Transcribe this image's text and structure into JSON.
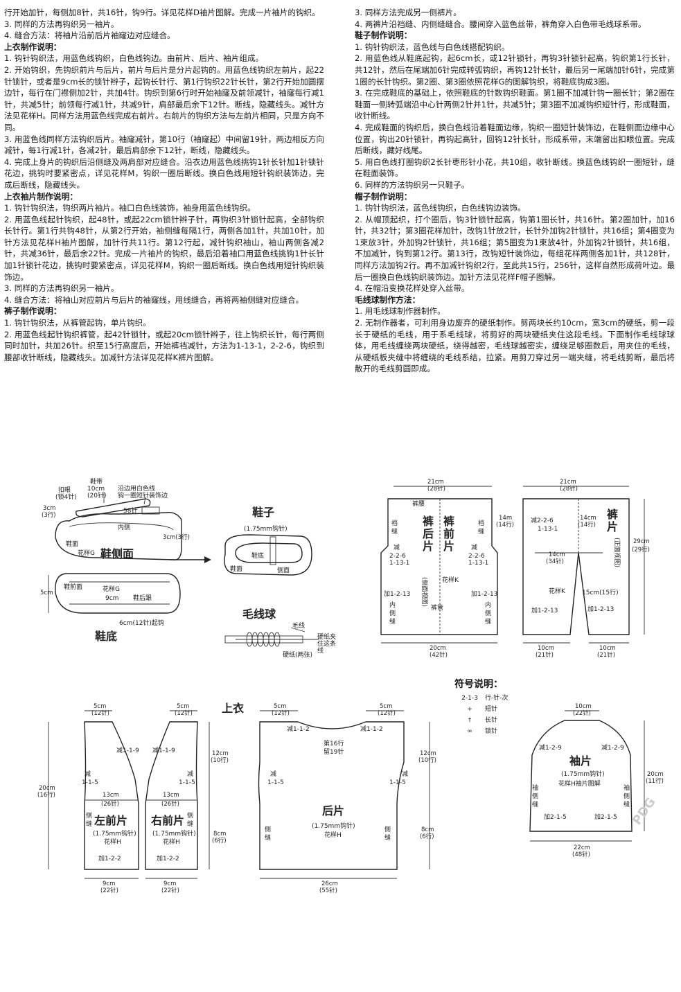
{
  "left_column": [
    {
      "type": "p",
      "text": "行开始加针，每侧加8针，共16针，钩9行。详见花样D袖片图解。完成一片袖片的钩织。"
    },
    {
      "type": "p",
      "text": "3. 同样的方法再钩织另一袖片。"
    },
    {
      "type": "p",
      "text": "4. 缝合方法：将袖片沿前后片袖窿边对应缝合。"
    },
    {
      "type": "h",
      "text": "上衣制作说明："
    },
    {
      "type": "p",
      "text": "1. 钩针钩织法，用蓝色线钩织，白色线钩边。由前片、后片、袖片组成。"
    },
    {
      "type": "p",
      "text": "2. 开始钩织，先钩织前片与后片，前片与后片是分片起钩的。用蓝色线钩织左前片，起22针锁针，或者是9cm长的锁针辫子，起钩长针行、第1行钩织22针长针，第2行开始加圆摆边针，每行在门襟侧加2针，共加4针。钩织到第6行时开始袖窿及前领减针，袖窿每行减1针，共减5针；前领每行减1针，共减9针，肩部最后余下12针。断线，隐藏线头。减针方法见花样H。同样方法用蓝色线完成右前片。右前片的钩织方法与左前片相同，只是方向不同。"
    },
    {
      "type": "p",
      "text": "3. 用蓝色线同样方法钩织后片。袖窿减针，第10行（袖窿起）中间留19针，两边相反方向减针，每1行减1针，各减2针，最后肩部余下12针，断线，隐藏线头。"
    },
    {
      "type": "p",
      "text": "4. 完成上身片的钩织后沿侧缝及两肩部对应缝合。沿衣边用蓝色线挑钩1针长针加1针锁针花边，挑钩时要紧密点，详见花样M，钩织一圈后断线。换白色线用短针钩织装饰边，完成后断线，隐藏线头。"
    },
    {
      "type": "h",
      "text": "上衣袖片制作说明："
    },
    {
      "type": "p",
      "text": "1. 钩针钩织法，钩织两片袖片。袖口白色线装饰，袖身用蓝色线钩织。"
    },
    {
      "type": "p",
      "text": "2. 用蓝色线起针钩织，起48针，或起22cm锁针辫子针，再钩织3针锁针起高，全部钩织长针行。第1行共钩48针，从第2行开始，袖侧缝每隔1行，两侧各加1针，共加10针，加针方法见花样H袖片图解，加针行共11行。第12行起，减针钩织袖山，袖山两侧各减2针，共减36针，最后余22针。完成一片袖片的钩织，最后沿着袖口用蓝色线挑钩1针长针加1针锁针花边，挑钩时要紧密点，详见花样M，钩织一圈后断线。换白色线用短针钩织装饰边。"
    },
    {
      "type": "p",
      "text": "3. 同样的方法再钩织另一袖片。"
    },
    {
      "type": "p",
      "text": "4. 缝合方法：将袖山对应前片与后片的袖窿线，用线缝合，再将两袖侧缝对应缝合。"
    },
    {
      "type": "h",
      "text": "裤子制作说明："
    },
    {
      "type": "p",
      "text": "1. 钩针钩织法，从裤管起钩，单片钩织。"
    },
    {
      "type": "p",
      "text": "2. 用蓝色线起针钩织裤管，起42针锁针，或起20cm锁针辫子，往上钩织长针，每行两侧同时加针，共加26针。织至15行高度后，开始裤裆减针，方法为1-13-1，2-2-6，钩织到腰部收针断线，隐藏线头。加减针方法详见花样K裤片图解。"
    }
  ],
  "right_column": [
    {
      "type": "p",
      "text": "3. 同样方法完成另一侧裤片。"
    },
    {
      "type": "p",
      "text": "4. 两裤片沿裆缝、内侧缝缝合。腰间穿入蓝色丝带，裤角穿入白色带毛线球系带。"
    },
    {
      "type": "h",
      "text": "鞋子制作说明："
    },
    {
      "type": "p",
      "text": "1. 钩针钩织法，蓝色线与白色线搭配钩织。"
    },
    {
      "type": "p",
      "text": "2. 用蓝色线从鞋底起钩，起6cm长，或12针锁针，再钩3针锁针起高，钩织第1行长针，共12针，然后在尾端加6针完成转弧钩织，再钩12针长针，最后另一尾端加针6针，完成第1圈的长针钩织。第2圈、第3圈依照花样G的图解钩织，将鞋底钩成3圈。"
    },
    {
      "type": "p",
      "text": "3. 在完成鞋底的基础上，依照鞋底的针数钩织鞋面。第1圈不加减针钩一圈长针；第2圈在鞋面一侧转弧端沿中心针两侧2针并1针，共减5针；第3圈不加减钩织短针行，形成鞋面，收针断线。"
    },
    {
      "type": "p",
      "text": "4. 完成鞋面的钩织后，换白色线沿着鞋面边缘，钩织一圈短针装饰边，在鞋侧面边缘中心位置，钩出20针锁针，再钩起高针，回钩12针长针，形成系带，末端留出扣眼位置。完成后断线，藏好线尾。"
    },
    {
      "type": "p",
      "text": "5. 用白色线打圈钩织2长针枣形针小花，共10组，收针断线。换蓝色线钩织一圈短针，缝在鞋面装饰。"
    },
    {
      "type": "p",
      "text": "6. 同样的方法钩织另一只鞋子。"
    },
    {
      "type": "h",
      "text": "帽子制作说明："
    },
    {
      "type": "p",
      "text": "1. 钩针钩织法，蓝色线钩织，白色线钩边装饰。"
    },
    {
      "type": "p",
      "text": "2. 从帽顶起织，打个圈后，钩3针锁针起高，钩第1圈长针，共16针。第2圈加针，加16针，共32针；第3圈花样加针，改钩1针放2针，长针外加钩2针锁针，共16组；第4圈变为1束放3针，外加钩2针锁针，共16组；第5圈变为1束放4针，外加钩2针锁针，共16组，不加减针，钩到第12行。第13行，改钩短针装饰边，每组花样两侧各加1针，共128针，同样方法加钩2行。再不加减针钩织2行，至此共15行，256针，这样自然形成荷叶边。最后一圈换白色线钩织装饰边。加针方法见花样F帽子图解。"
    },
    {
      "type": "p",
      "text": "4. 在帽沿变换花样处穿入丝带。"
    },
    {
      "type": "h",
      "text": "毛线球制作方法："
    },
    {
      "type": "p",
      "text": "1. 用毛线球制作器制作。"
    },
    {
      "type": "p",
      "text": "2. 无制作器者，可利用身边废弃的硬纸制作。剪两块长约10cm，宽3cm的硬纸，剪一段长于硬纸的毛线，用于系毛线球，将剪好的两块硬纸夹住这段毛线。下面制作毛线球球体，用毛线缠绕两块硬纸，绕得越密，毛线球越密实，缠绕足够圈数后，用夹住的毛线，从硬纸板夹缝中将缠绕的毛线系结，拉紧。用剪刀穿过另一端夹缝，将毛线剪断，最后将散开的毛线剪圆即成。"
    }
  ],
  "shoe": {
    "title": "鞋子",
    "hook": "(1.75mm钩针)",
    "side_title": "鞋侧面",
    "sole_title": "鞋底",
    "strap": "鞋带",
    "strap_dim": "10cm",
    "strap_st": "(20针)",
    "edge_note1": "沿边用白色线",
    "edge_note2": "钩一圈短针装饰边",
    "buttonhole": "扣眼",
    "buttonhole_st": "(锁4针)",
    "dim3a": "3cm",
    "dim3a_st": "(3行)",
    "st58": "58针",
    "inner": "内侧",
    "dim3b": "3cm(3行)",
    "face": "鞋面",
    "patG": "花样G",
    "sole_face": "鞋前面",
    "sole_pat": "花样G",
    "sole_9": "9cm",
    "heel": "鞋后跟",
    "dim5": "5cm",
    "sole_start": "6cm(12针)起钩",
    "shoe_face": "鞋面",
    "shoe_sole": "鞋底",
    "shoe_side": "侧面"
  },
  "pompom": {
    "title": "毛线球",
    "yarn": "毛线",
    "card1": "硬纸夹",
    "card2": "住这条",
    "card3": "线",
    "card_bottom": "硬纸(两张)"
  },
  "pants": {
    "back_title1": "裤",
    "back_title2": "后",
    "back_title3": "片",
    "front_title1": "裤",
    "front_title2": "前",
    "front_title3": "片",
    "side_view": "(侧面视图)",
    "front_view": "(正面视图)",
    "top_dim": "21cm",
    "top_st": "(28针)",
    "waist": "裤腰",
    "crotch": "裆",
    "crotch_seam": "缝",
    "dec_a": "减",
    "dec_b": "2-2-6",
    "dec_c": "1-13-1",
    "h14": "14m",
    "h14_rows": "(14行)",
    "patK": "花样K",
    "inc": "加1-2-13",
    "inseam1": "内",
    "inseam2": "侧",
    "inseam3": "缝",
    "cuff": "裤管",
    "bottom_dim": "20cm",
    "bottom_st": "(42针)",
    "p2_title1": "裤",
    "p2_title2": "片",
    "p2_top": "21cm",
    "p2_top_st": "(28针)",
    "p2_dec": "减2-2-6",
    "p2_dec2": "1-13-1",
    "p2_h14": "14cm",
    "p2_h14r": "(14行)",
    "p2_mid": "14cm",
    "p2_mid_st": "(34针)",
    "p2_h29": "29cm",
    "p2_h29r": "(29行)",
    "p2_h15": "15cm(15行)",
    "p2_inc_l": "加1-2-13",
    "p2_inc_r": "加1-2-13",
    "p2_patK": "花样K",
    "p2_b1": "10cm",
    "p2_b1s": "(21针)",
    "p2_b2": "10cm",
    "p2_b2s": "(21针)"
  },
  "top": {
    "title": "上衣",
    "lf_title": "左前片",
    "rf_title": "右前片",
    "back_title": "后片",
    "hook": "(1.75mm钩针)",
    "patH": "花样H",
    "w5": "5cm",
    "w5s": "(12针)",
    "dec119": "减1-1-9",
    "dec115a": "减",
    "dec115b": "1-1-5",
    "w13": "13cm",
    "w13s": "(26针)",
    "side1": "侧",
    "side2": "缝",
    "inc122": "加1-2-2",
    "w9": "9cm",
    "w9s": "(22针)",
    "h20": "20cm",
    "h20r": "(16行)",
    "h12": "12cm",
    "h12r": "(10行)",
    "h8": "8cm",
    "h8r": "(6行)",
    "back_dec": "减1-1-2",
    "row16a": "第16行",
    "row16b": "留19针",
    "w26": "26cm",
    "w26s": "(55针)"
  },
  "legend": {
    "title": "符号说明：",
    "items": [
      {
        "sym": "2-1-3",
        "text": "行-针-次"
      },
      {
        "sym": "+",
        "text": "短针"
      },
      {
        "sym": "†",
        "text": "长针"
      },
      {
        "sym": "∞",
        "text": "锁针"
      }
    ]
  },
  "sleeve": {
    "title": "袖片",
    "hook": "(1.75mm钩针)",
    "pattern": "花样H袖片图解",
    "top_w": "10cm",
    "top_st": "(22针)",
    "dec": "减1-2-9",
    "inc": "加2-1-5",
    "h20": "20cm",
    "h20r": "(11行)",
    "seam1": "袖",
    "seam2": "侧",
    "seam3": "缝",
    "bottom_w": "22cm",
    "bottom_st": "(48针)",
    "watermark": "PDG"
  }
}
